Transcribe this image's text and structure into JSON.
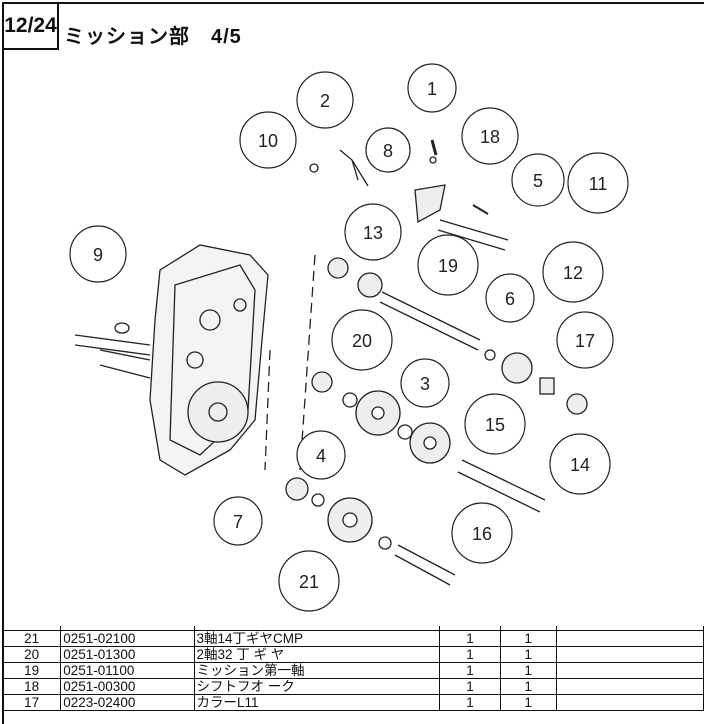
{
  "header": {
    "page": "12/24",
    "title": "ミッション部　4/5"
  },
  "diagram": {
    "callouts": [
      "1",
      "2",
      "10",
      "8",
      "18",
      "5",
      "11",
      "9",
      "13",
      "19",
      "6",
      "12",
      "17",
      "20",
      "3",
      "15",
      "14",
      "4",
      "7",
      "16",
      "21"
    ]
  },
  "parts": [
    {
      "no": "21",
      "code": "0251-02100",
      "name": "3軸14丁ギヤCMP",
      "qty1": "1",
      "qty2": "1"
    },
    {
      "no": "20",
      "code": "0251-01300",
      "name": "2軸32 丁 ギ ヤ",
      "qty1": "1",
      "qty2": "1"
    },
    {
      "no": "19",
      "code": "0251-01100",
      "name": "ミッション第一軸",
      "qty1": "1",
      "qty2": "1"
    },
    {
      "no": "18",
      "code": "0251-00300",
      "name": "シフトフオ ーク",
      "qty1": "1",
      "qty2": "1"
    },
    {
      "no": "17",
      "code": "0223-02400",
      "name": "カラーL11",
      "qty1": "1",
      "qty2": "1"
    }
  ]
}
